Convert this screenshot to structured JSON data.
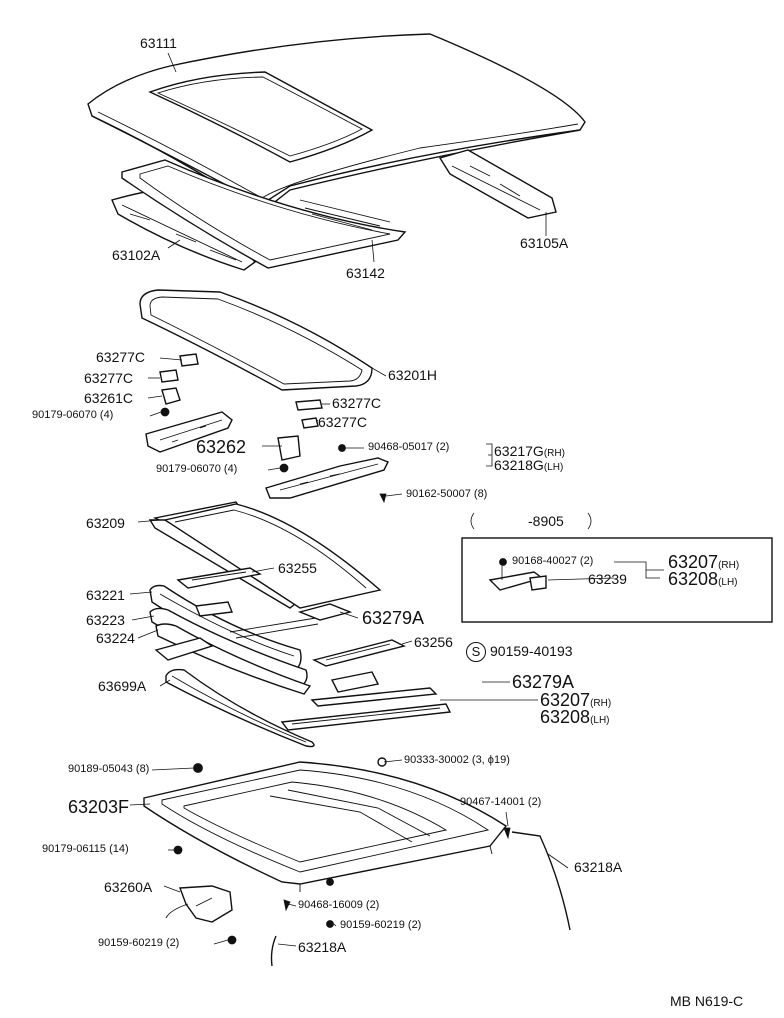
{
  "figure_code": "MB N619-C",
  "callouts": {
    "roof_panel": "63111",
    "reinforcement_front": "63102A",
    "opening_frame": "63142",
    "reinforcement_rear": "63105A",
    "weatherstrip_glass": "63201H",
    "pad_a": "63277C",
    "pad_b": "63277C",
    "bracket_261": "63261C",
    "screw_left": "90179-06070",
    "screw_left_qty": "(4)",
    "hinge_262": "63262",
    "pad_c": "63277C",
    "pad_d": "63277C",
    "screw_mid": "90179-06070",
    "screw_mid_qty": "(4)",
    "nut_90468": "90468-05017",
    "nut_90468_qty": "(2)",
    "rail_rh": "63217G",
    "rail_lh": "63218G",
    "rh": "(RH)",
    "lh": "(LH)",
    "bolt_90162": "90162-50007",
    "bolt_90162_qty": "(8)",
    "visor_frame": "63209",
    "guide_255": "63255",
    "deflector_221": "63221",
    "seal_223": "63223",
    "seal_224": "63224",
    "drip_699": "63699A",
    "plate_256": "63256",
    "bracket_279_a": "63279A",
    "bracket_279_b": "63279A",
    "clip_s_mark": "S",
    "clip_s": "90159-40193",
    "rail_207_rh": "63207",
    "rail_208_lh": "63208",
    "housing": "63203F",
    "bolt_90189": "90189-05043",
    "bolt_90189_qty": "(8)",
    "plug_90333": "90333-30002",
    "plug_90333_qty": "(3, ϕ19)",
    "screw_90467": "90467-14001",
    "screw_90467_qty": "(2)",
    "screw_90179_b": "90179-06115",
    "screw_90179_b_qty": "(14)",
    "drain_hose_r": "63218A",
    "drain_hose_l": "63218A",
    "motor": "63260A",
    "nut_16009": "90468-16009",
    "nut_16009_qty": "(2)",
    "clip_60219_r": "90159-60219",
    "clip_60219_r_qty": "(2)",
    "clip_60219_l": "90159-60219",
    "clip_60219_l_qty": "(2)"
  },
  "inset": {
    "period": "-8905",
    "screw": "90168-40027",
    "screw_qty": "(2)",
    "bracket": "63239",
    "rail_rh": "63207",
    "rail_lh": "63208"
  }
}
